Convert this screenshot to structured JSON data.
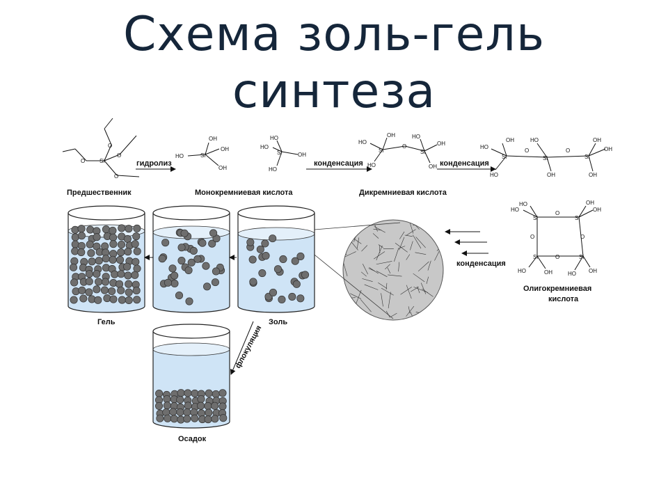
{
  "title": {
    "line1": "Схема золь-гель",
    "line2": "синтеза"
  },
  "diagram": {
    "arrow_labels": {
      "hydrolysis": "гидролиз",
      "condensation_1": "конденсация",
      "condensation_2": "конденсация",
      "condensation_3": "конденсация",
      "flocculation": "флокуляция"
    },
    "stage_labels": {
      "precursor": "Предшественник",
      "monosilicic_acid": "Монокремниевая кислота",
      "disilicic_acid": "Дикремниевая кислота",
      "oligosilicic_acid_1": "Олигокремниевая",
      "oligosilicic_acid_2": "кислота"
    },
    "vessel_labels": {
      "gel": "Гель",
      "sol": "Золь",
      "sediment": "Осадок"
    },
    "chem": {
      "si": "Si",
      "o": "O",
      "oh": "OH",
      "ho": "HO"
    },
    "colors": {
      "liquid": "#cfe4f6",
      "particle": "#6e6e6e",
      "sphere": "#c8c8c8",
      "ink": "#111111"
    }
  }
}
